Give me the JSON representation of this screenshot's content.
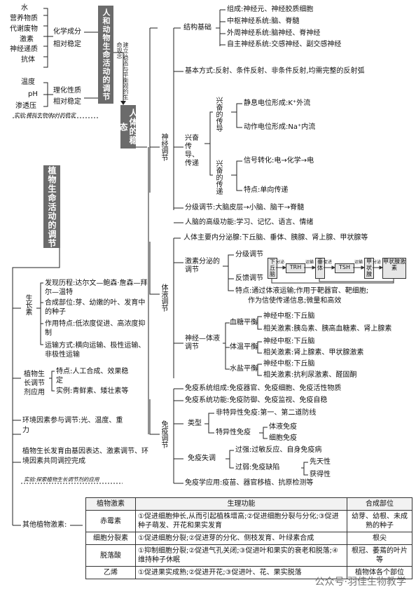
{
  "title": "人和动物生命活动的调节",
  "left_homeostasis": {
    "components": [
      "水",
      "营养物质",
      "代谢废物",
      "激素",
      "神经递质",
      "抗体"
    ],
    "chem_label": "化学成分",
    "chem_stable": "相对稳定",
    "physical": [
      "温度",
      "pH",
      "渗透压"
    ],
    "phys_label": "理化性质",
    "phys_stable": "相对稳定",
    "experiment": "实验:模拟生物体pH的稳定",
    "note_left": "建立:稳态与平衡观的生命观念"
  },
  "center": {
    "homeostasis_box": "人体的稳态",
    "neural_label": "神经调节",
    "humoral_label": "体液调节",
    "immune_label": "免疫调节"
  },
  "neural": {
    "structure_label": "结构基础",
    "structure_items": [
      "组成:神经元、神经胶质细胞",
      "中枢神经系统:脑、脊髓",
      "外周神经系统:脑神经、脊神经",
      "自主神经系统:交感神经、副交感神经"
    ],
    "basic_mode": "基本方式:反射、条件反射、非条件反射,均需完整的反射弧",
    "excitation_label": "兴奋传导、传递",
    "fiber_label": "兴奋的传导",
    "resting": "静息电位形成:K⁺外流",
    "action": "动作电位形成:Na⁺内流",
    "synapse_label": "兴奋的传递",
    "signal": "信号转化:电→化学→电",
    "feature": "特点:单向传递",
    "hierarchy": "分级调节:大脑皮层→小脑、脑干→脊髓",
    "higher": "人脑的高级功能:学习、记忆、语言、情绪"
  },
  "humoral": {
    "glands": "人体主要内分泌腺:下丘脑、垂体、胰腺、肾上腺、甲状腺等",
    "secretion_label": "激素分泌的调节",
    "grading": "分级调节",
    "feedback": "反馈调节",
    "flow": [
      "下丘脑",
      "TRH",
      "垂体",
      "TSH",
      "甲状腺",
      "甲状腺激素"
    ],
    "flow_small": [
      "分泌",
      "运输",
      "促进",
      "分泌",
      "运输",
      "促进",
      "分泌",
      "抑制",
      "抑制"
    ],
    "feature1": "特点:通过体液运输;作用于靶器官、靶细胞;",
    "feature2": "作为信使传递信息;微量和高效",
    "nh_label": "神经—体液调节",
    "sugar_label": "血糖平衡",
    "sugar_center": "神经中枢:下丘脑",
    "sugar_hormone": "相关激素:胰岛素、胰高血糖素、肾上腺素",
    "temp_label": "体温平衡",
    "temp_center": "神经中枢:下丘脑",
    "temp_hormone": "相关激素:肾上腺素、甲状腺激素",
    "water_label": "水盐平衡",
    "water_center": "神经中枢:下丘脑",
    "water_hormone": "相关激素:抗利尿激素、醛固酮"
  },
  "immune": {
    "composition": "免疫系统组成:免疫器官、免疫细胞、免疫活性物质",
    "function": "免疫系统功能:免疫防御、免疫监视、免疫自稳",
    "type_label": "类型",
    "nonspecific": "非特异性免疫:第一、第二道防线",
    "specific_label": "特异性免疫",
    "humoral_imm": "体液免疫",
    "cell_imm": "细胞免疫",
    "disorder_label": "免疫失调",
    "over": "过强:过敏反应、自身免疫病",
    "weak": "过弱:免疫缺陷",
    "weak_a": "先天性",
    "weak_b": "获得性",
    "application": "免疫学应用:疫苗、器官移植、抗原检测等"
  },
  "plant": {
    "box": "植物生命活动的调节",
    "auxin_label": "生长素",
    "history": "发现历程:达尔文—鲍森·詹森—拜尔—温特",
    "synth": "合成部位:芽、幼嫩的叶、发育中的种子",
    "feature": "作用特点:低浓度促进、高浓度抑制",
    "transport": "运输方式:横向运输、极性运输、非极性运输",
    "regulator_label": "植物生长调节剂应用",
    "reg_feature": "特点:人工合成、效果稳定",
    "reg_example": "实例:青鲜素、矮壮素等",
    "env": "环境因素参与调节:光、温度、重力",
    "joint": "植物生长发育由基因表达、激素调节、环境因素共同调控完成",
    "experiment": "实验:探索植物生长调节剂的应用",
    "other": "其他植物激素:"
  },
  "table": {
    "headers": [
      "植物激素",
      "生理功能",
      "合成部位"
    ],
    "rows": [
      {
        "name": "赤霉素",
        "func": "①促进细胞伸长,从而引起植株增高;②促进细胞分裂与分化;③促进种子萌发、开花和果实发育",
        "site": "幼芽、幼根、未成熟的种子"
      },
      {
        "name": "细胞分裂素",
        "func": "①促进细胞分裂;②促进芽的分化、侧枝发育、叶绿素合成",
        "site": "根尖"
      },
      {
        "name": "脱落酸",
        "func": "①抑制细胞分裂;②促进气孔关闭;③促进叶和果实的衰老和脱落;④维持种子休眠",
        "site": "根冠、萎蔫的叶片等"
      },
      {
        "name": "乙烯",
        "func": "①促进果实成熟;②促进开花;③促进叶、花、果实脱落",
        "site": "植物体各个部位"
      }
    ]
  },
  "watermark": "公众号·羽佳生物教学"
}
